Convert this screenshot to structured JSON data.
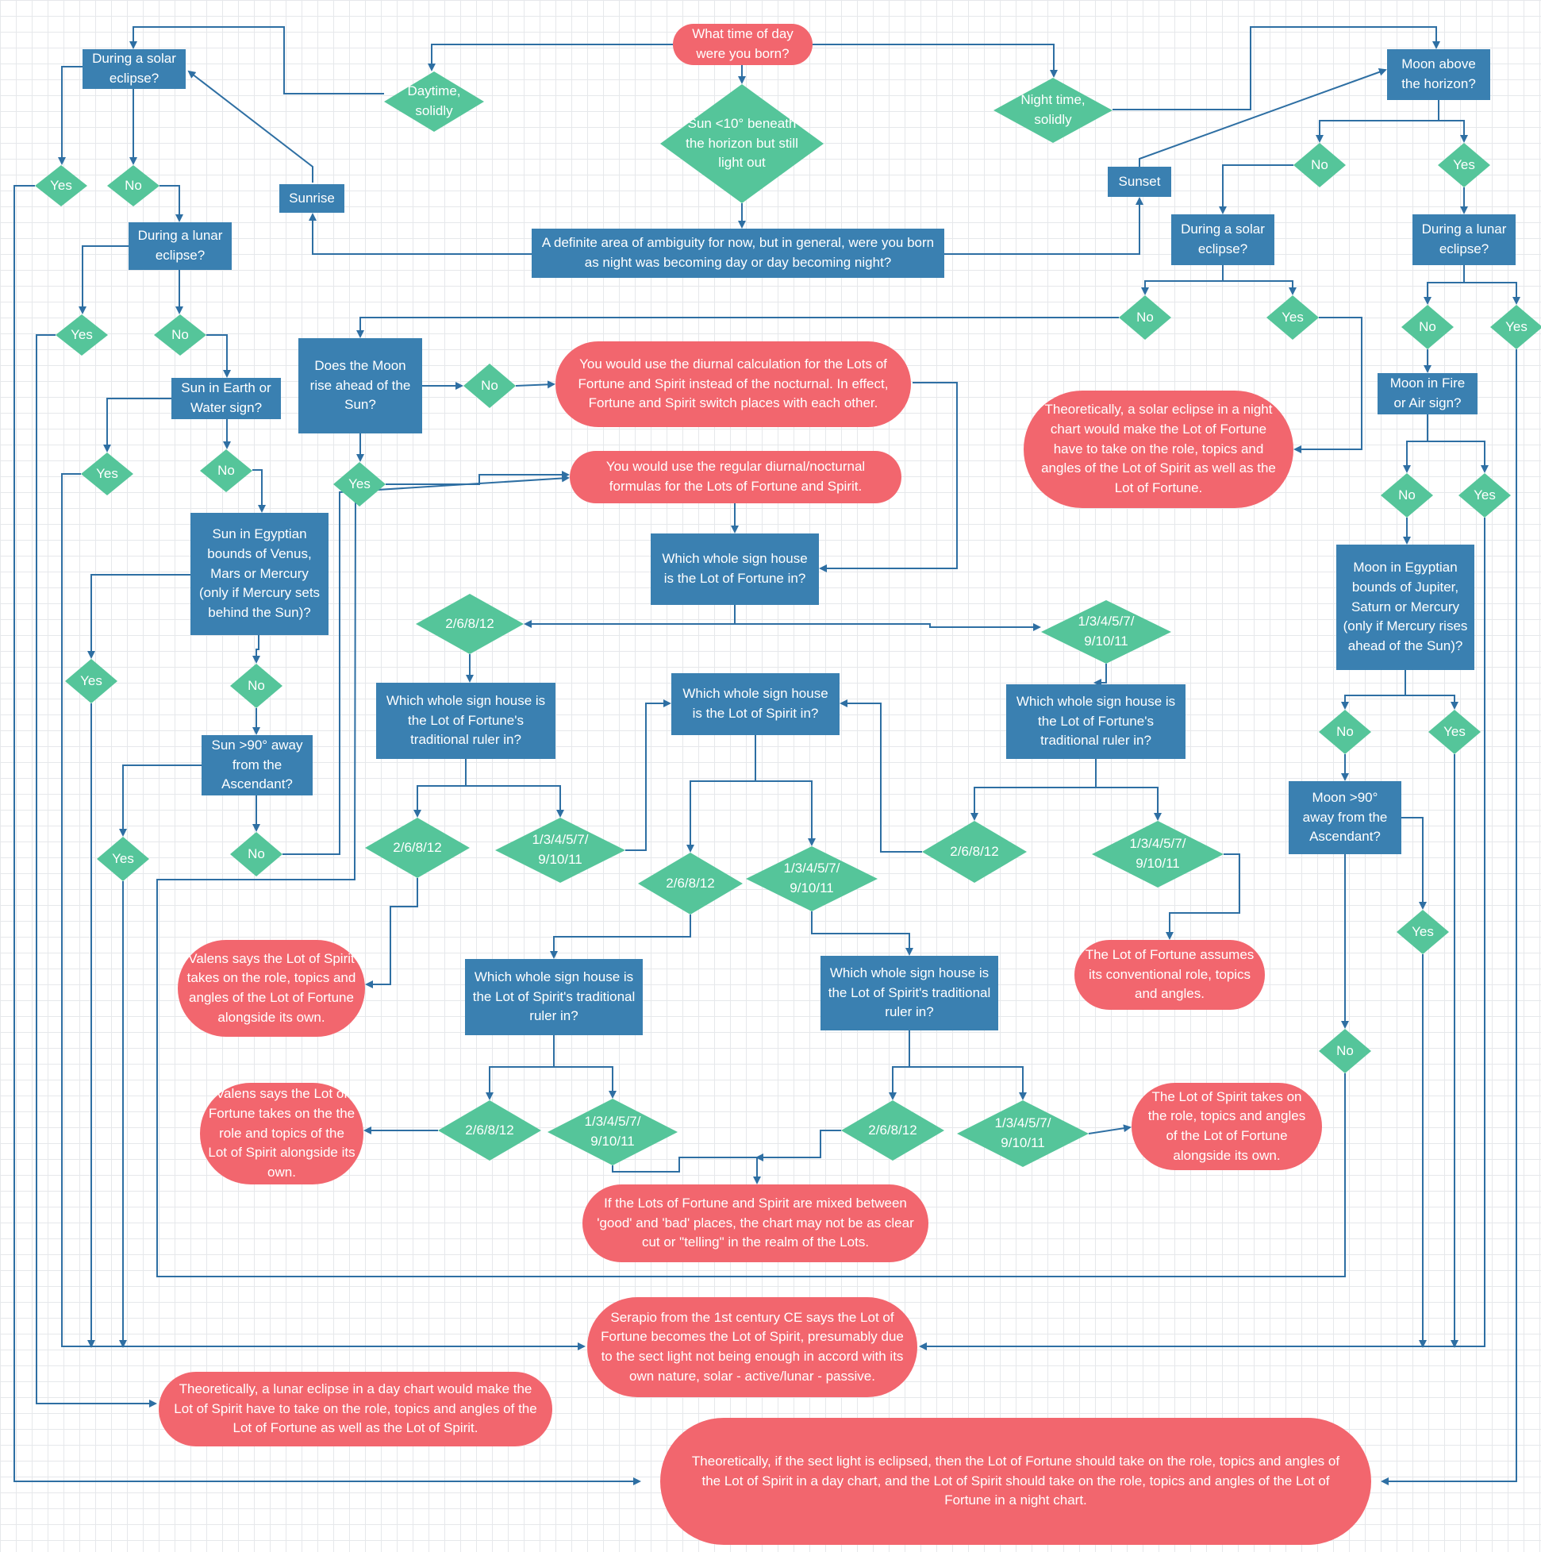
{
  "colors": {
    "process": "#3a80b1",
    "decision": "#55c59a",
    "terminal": "#f2666e",
    "connector": "#2e6fa3"
  },
  "nodes": {
    "start": "What time of day were you born?",
    "daytime": "Daytime, solidly",
    "nighttime": "Night time, solidly",
    "sun_below": "Sun <10° beneath the horizon but still light out",
    "ambiguity": "A definite area of ambiguity for now, but in general, were you born as night was becoming day or day becoming night?",
    "sunrise": "Sunrise",
    "sunset": "Sunset",
    "day_solar_eclipse": "During a solar eclipse?",
    "day_solar_yes": "Yes",
    "day_solar_no": "No",
    "day_lunar_eclipse": "During a lunar eclipse?",
    "day_lunar_yes": "Yes",
    "day_lunar_no": "No",
    "sun_earth_water": "Sun in Earth or Water sign?",
    "sun_ew_yes": "Yes",
    "sun_ew_no": "No",
    "sun_egyptian": "Sun in Egyptian bounds of Venus, Mars or Mercury (only if Mercury sets behind the Sun)?",
    "sun_eg_yes": "Yes",
    "sun_eg_no": "No",
    "sun_90": "Sun >90° away from the Ascendant?",
    "sun_90_yes": "Yes",
    "sun_90_no": "No",
    "moon_above": "Moon above the horizon?",
    "moon_above_no": "No",
    "moon_above_yes": "Yes",
    "night_solar_eclipse": "During a solar eclipse?",
    "night_solar_no": "No",
    "night_solar_yes": "Yes",
    "night_lunar_eclipse": "During a lunar eclipse?",
    "night_lunar_no": "No",
    "night_lunar_yes": "Yes",
    "moon_rise": "Does the Moon rise ahead of the Sun?",
    "moon_rise_no": "No",
    "moon_rise_yes": "Yes",
    "diurnal_switch": "You would use the diurnal calculation for the Lots of Fortune and Spirit instead of the nocturnal. In effect, Fortune and Spirit switch places with each other.",
    "regular_formula": "You would use the regular diurnal/nocturnal formulas for the Lots of Fortune and Spirit.",
    "night_solar_theory": "Theoretically, a solar eclipse in a night chart would make  the Lot of Fortune have to take on the role, topics and angles of the Lot of Spirit as well as the Lot of Fortune.",
    "moon_fire_air": "Moon in Fire or Air sign?",
    "moon_fa_no": "No",
    "moon_fa_yes": "Yes",
    "moon_egyptian": "Moon in Egyptian bounds of Jupiter, Saturn or Mercury (only if Mercury rises ahead of the Sun)?",
    "moon_eg_no": "No",
    "moon_eg_yes": "Yes",
    "moon_90": "Moon >90° away from the Ascendant?",
    "moon_90_yes": "Yes",
    "moon_90_no": "No",
    "fortune_house": "Which whole sign house is the Lot of Fortune in?",
    "fh_bad": "2/6/8/12",
    "fh_good": "1/3/4/5/7/ 9/10/11",
    "fortune_ruler_left": "Which whole sign house is the Lot of Fortune's traditional ruler in?",
    "frl_bad": "2/6/8/12",
    "frl_good": "1/3/4/5/7/ 9/10/11",
    "spirit_house": "Which whole sign house is the Lot of Spirit in?",
    "sh_bad": "2/6/8/12",
    "sh_good": "1/3/4/5/7/ 9/10/11",
    "fortune_ruler_right": "Which whole sign house is the Lot of Fortune's traditional ruler in?",
    "frr_bad": "2/6/8/12",
    "frr_good": "1/3/4/5/7/ 9/10/11",
    "valens_spirit": "Valens says the Lot of Spirit takes on the role, topics and angles of the Lot of Fortune alongside its own.",
    "fortune_conventional": "The Lot of Fortune assumes its conventional role, topics and angles.",
    "spirit_ruler_left": "Which whole sign house is the Lot of Spirit's traditional ruler in?",
    "srl_bad": "2/6/8/12",
    "srl_good": "1/3/4/5/7/ 9/10/11",
    "spirit_ruler_right": "Which whole sign house is the Lot of Spirit's traditional ruler in?",
    "srr_bad": "2/6/8/12",
    "srr_good": "1/3/4/5/7/ 9/10/11",
    "valens_fortune": "Valens says the Lot of Fortune takes on the the role and topics of the Lot of Spirit alongside its own.",
    "spirit_takes": "The Lot of Spirit takes on the role, topics and angles of the Lot of Fortune alongside its own.",
    "mixed": "If the Lots of Fortune and Spirit are mixed between 'good' and 'bad' places,  the chart may not be as clear cut or  \"telling\" in the realm of the Lots.",
    "serapio": "Serapio from the 1st century CE says the Lot of Fortune becomes the Lot of Spirit, presumably due to the sect light not being enough in accord with its own nature, solar - active/lunar - passive.",
    "lunar_theory": "Theoretically, a lunar eclipse in a day chart would make the Lot of Spirit have to take on the role, topics and angles of the Lot of Fortune as well as the Lot of Spirit.",
    "sect_theory": "Theoretically, if the sect light is eclipsed, then the Lot of Fortune should take on the role, topics and angles of the Lot of Spirit in a day chart, and the Lot of Spirit should take on the role, topics and angles of the Lot of Fortune in a night chart."
  }
}
